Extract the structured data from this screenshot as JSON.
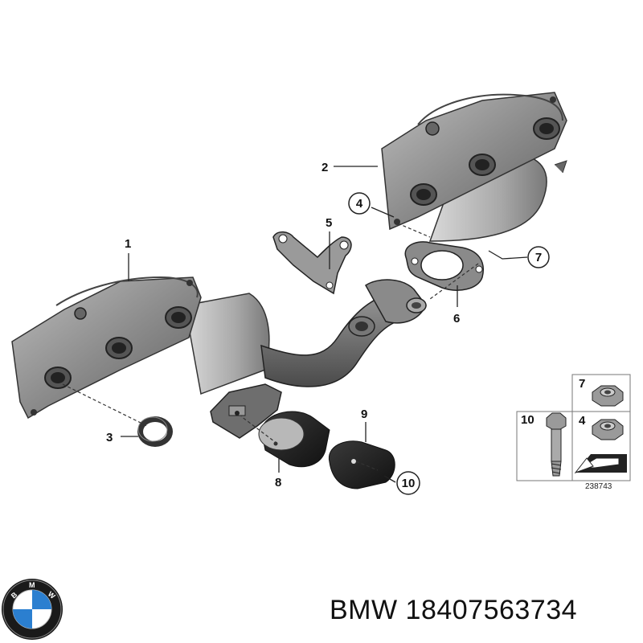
{
  "diagram": {
    "callouts": [
      "1",
      "2",
      "3",
      "4",
      "5",
      "6",
      "7",
      "8",
      "9",
      "10"
    ],
    "legend": {
      "items": [
        "7",
        "4",
        "10"
      ],
      "reference_number": "238743"
    }
  },
  "brand": {
    "logo_letters": "BMW",
    "colors": {
      "logo_blue": "#2b7fd0",
      "logo_ring": "#2a2a2a"
    }
  },
  "part_label": {
    "text": "BMW  18407563734"
  }
}
